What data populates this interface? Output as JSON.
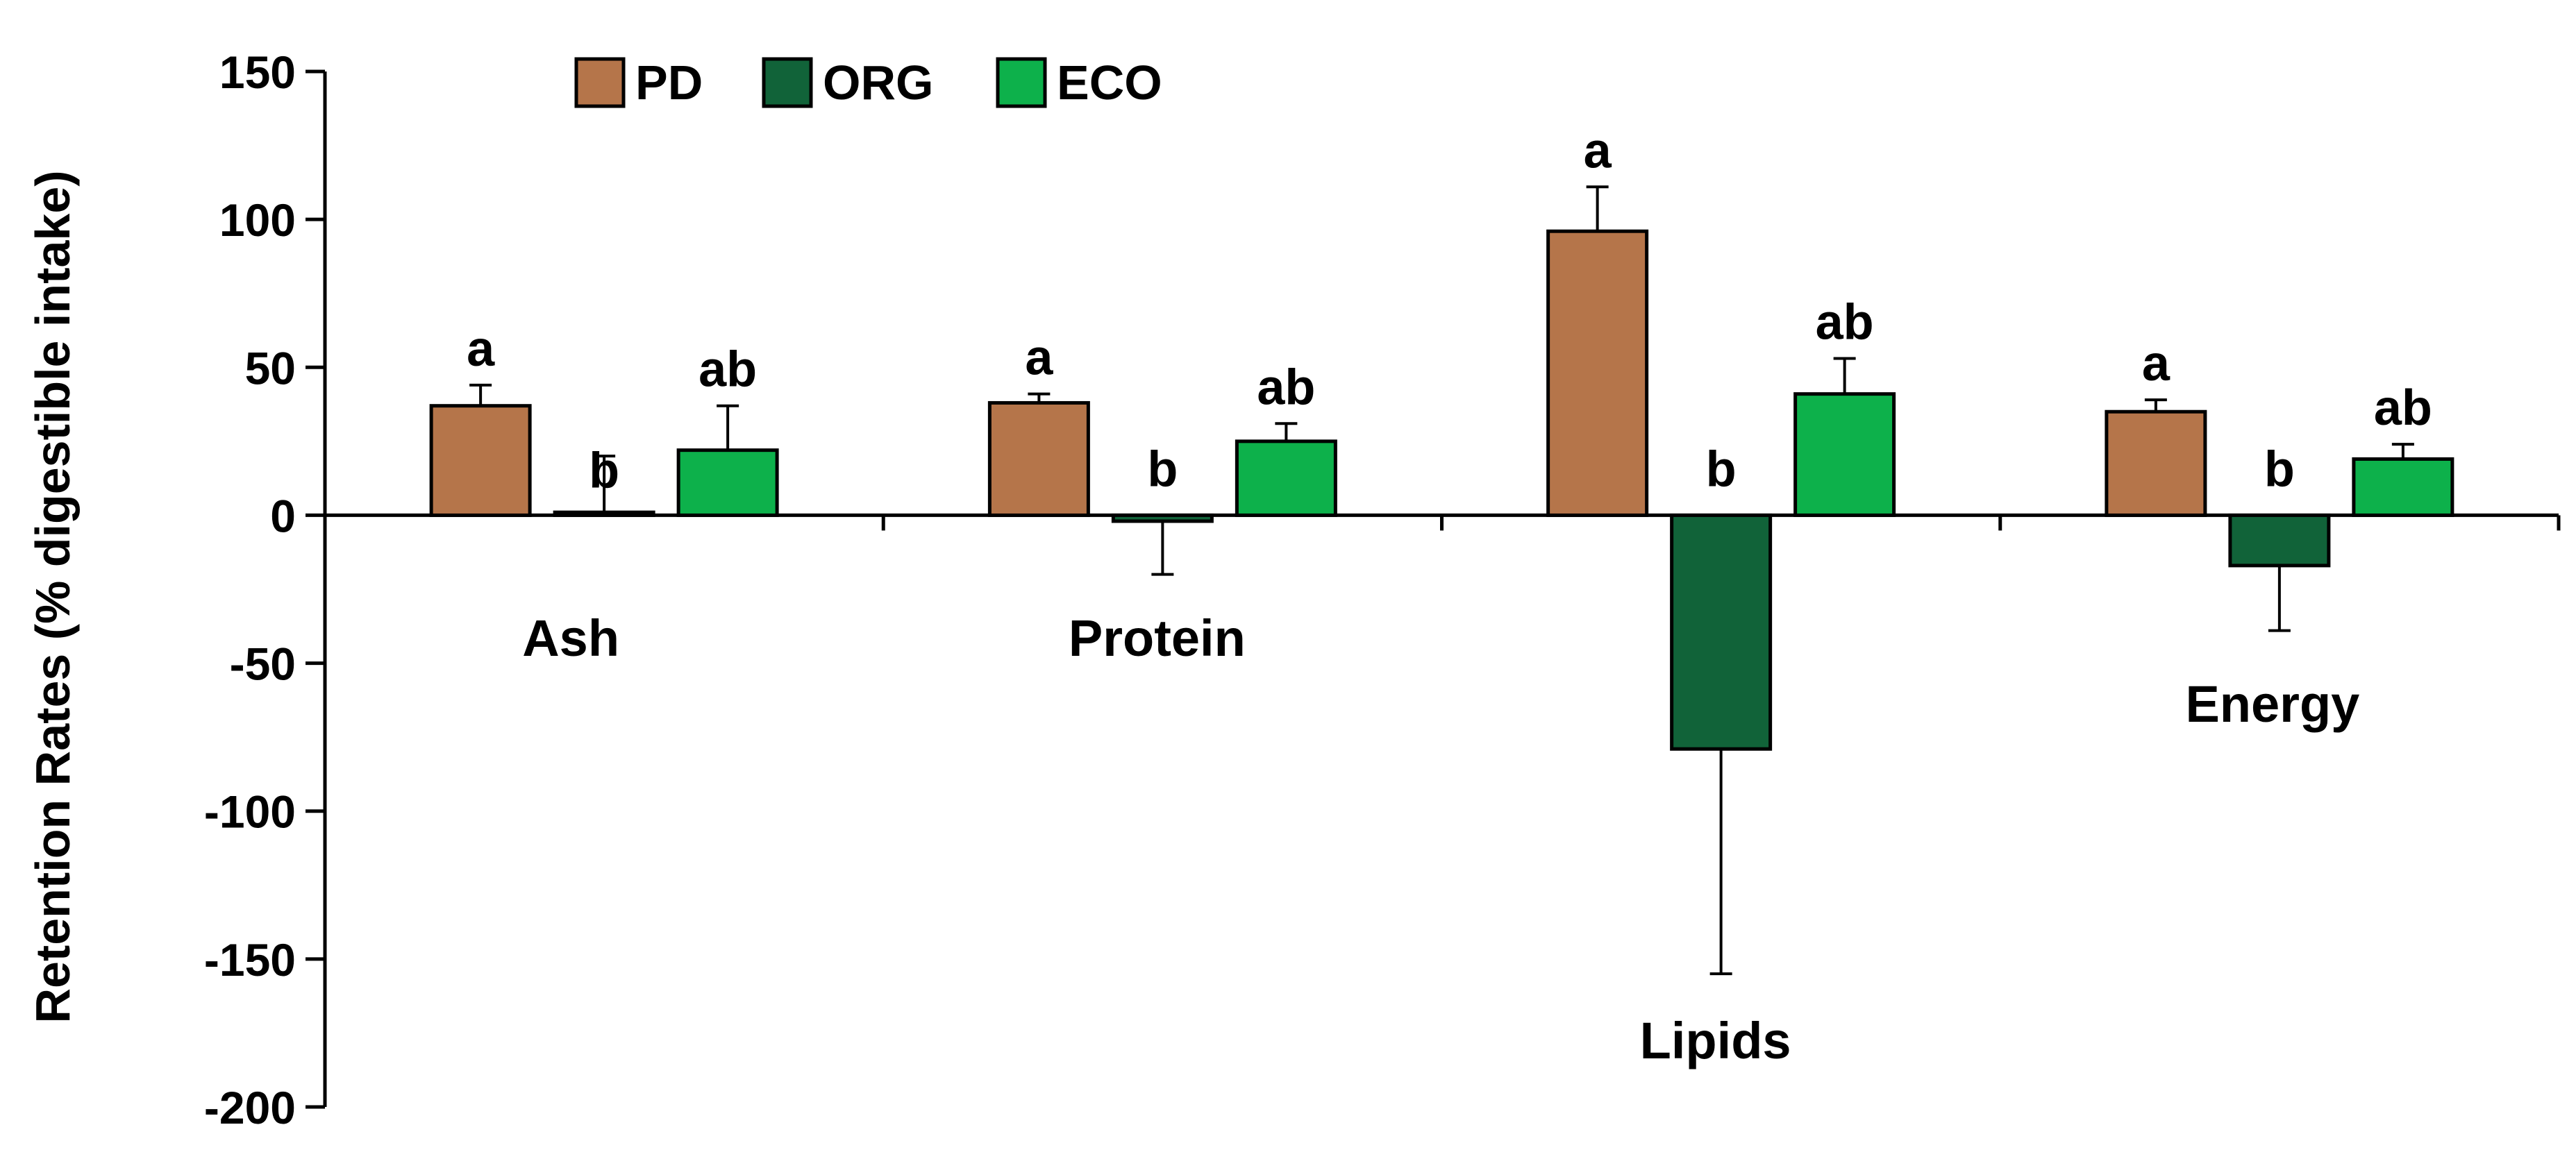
{
  "chart_data": {
    "type": "bar",
    "title": "",
    "xlabel": "",
    "ylabel": "Retention Rates (% digestible intake)",
    "ylim": [
      -200,
      150
    ],
    "yticks": [
      "150",
      "100",
      "50",
      "0",
      "-50",
      "-100",
      "-150",
      "-200"
    ],
    "categories": [
      "Ash",
      "Protein",
      "Lipids",
      "Energy"
    ],
    "legend": {
      "position": "top-left"
    },
    "series": [
      {
        "name": "PD",
        "color": "#b5754a",
        "values": [
          37,
          38,
          96,
          35
        ],
        "errors": [
          7,
          3,
          15,
          4
        ],
        "letters": [
          "a",
          "a",
          "a",
          "a"
        ]
      },
      {
        "name": "ORG",
        "color": "#116339",
        "values": [
          1,
          -2,
          -79,
          -17
        ],
        "errors": [
          19,
          18,
          76,
          22
        ],
        "letters": [
          "b",
          "b",
          "b",
          "b"
        ]
      },
      {
        "name": "ECO",
        "color": "#0db14b",
        "values": [
          22,
          25,
          41,
          19
        ],
        "errors": [
          15,
          6,
          12,
          5
        ],
        "letters": [
          "ab",
          "ab",
          "ab",
          "ab"
        ]
      }
    ]
  }
}
